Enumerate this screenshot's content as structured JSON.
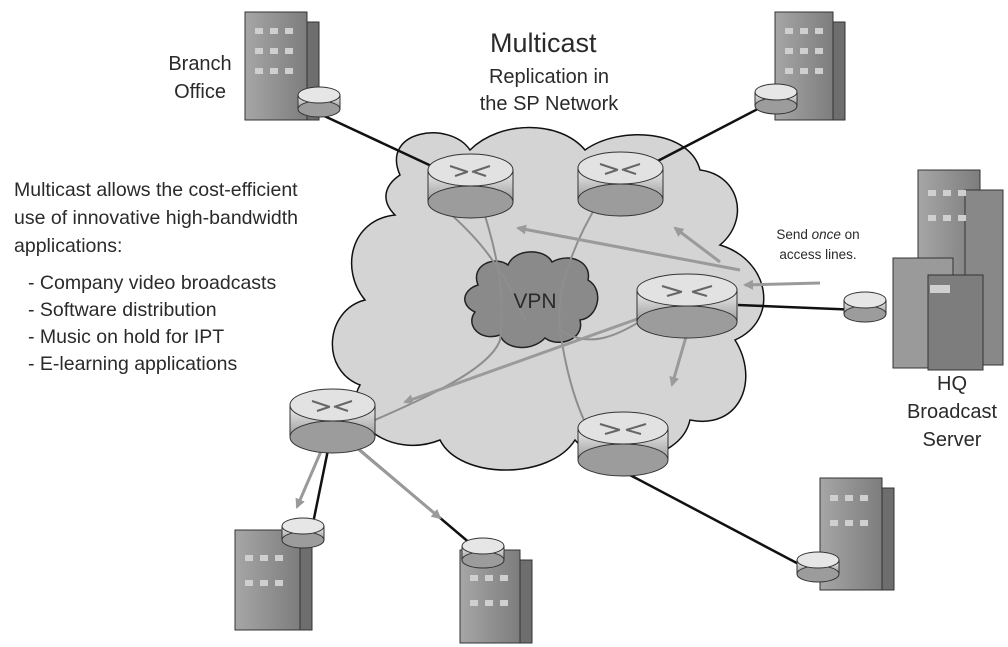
{
  "title": "Multicast",
  "subtitle_lines": [
    "Replication in",
    "the SP Network"
  ],
  "branch_label_lines": [
    "Branch",
    "Office"
  ],
  "intro_text_lines": [
    "Multicast allows the cost-efficient",
    "use of innovative high-bandwidth",
    "applications:"
  ],
  "applications": [
    "- Company video broadcasts",
    "- Software distribution",
    "- Music on hold for IPT",
    "- E-learning applications"
  ],
  "vpn_label": "VPN",
  "send_note": {
    "prefix": "Send ",
    "emphasis": "once",
    "suffix": " on",
    "line2": "access lines."
  },
  "hq_label_lines": [
    "HQ",
    "Broadcast",
    "Server"
  ],
  "colors": {
    "cloud_fill": "#d4d4d4",
    "vpn_fill": "#8a8a8a",
    "arrow": "#9a9a9a",
    "router": "#bdbdbd",
    "building": "#8f8f8f",
    "line": "#111111"
  }
}
